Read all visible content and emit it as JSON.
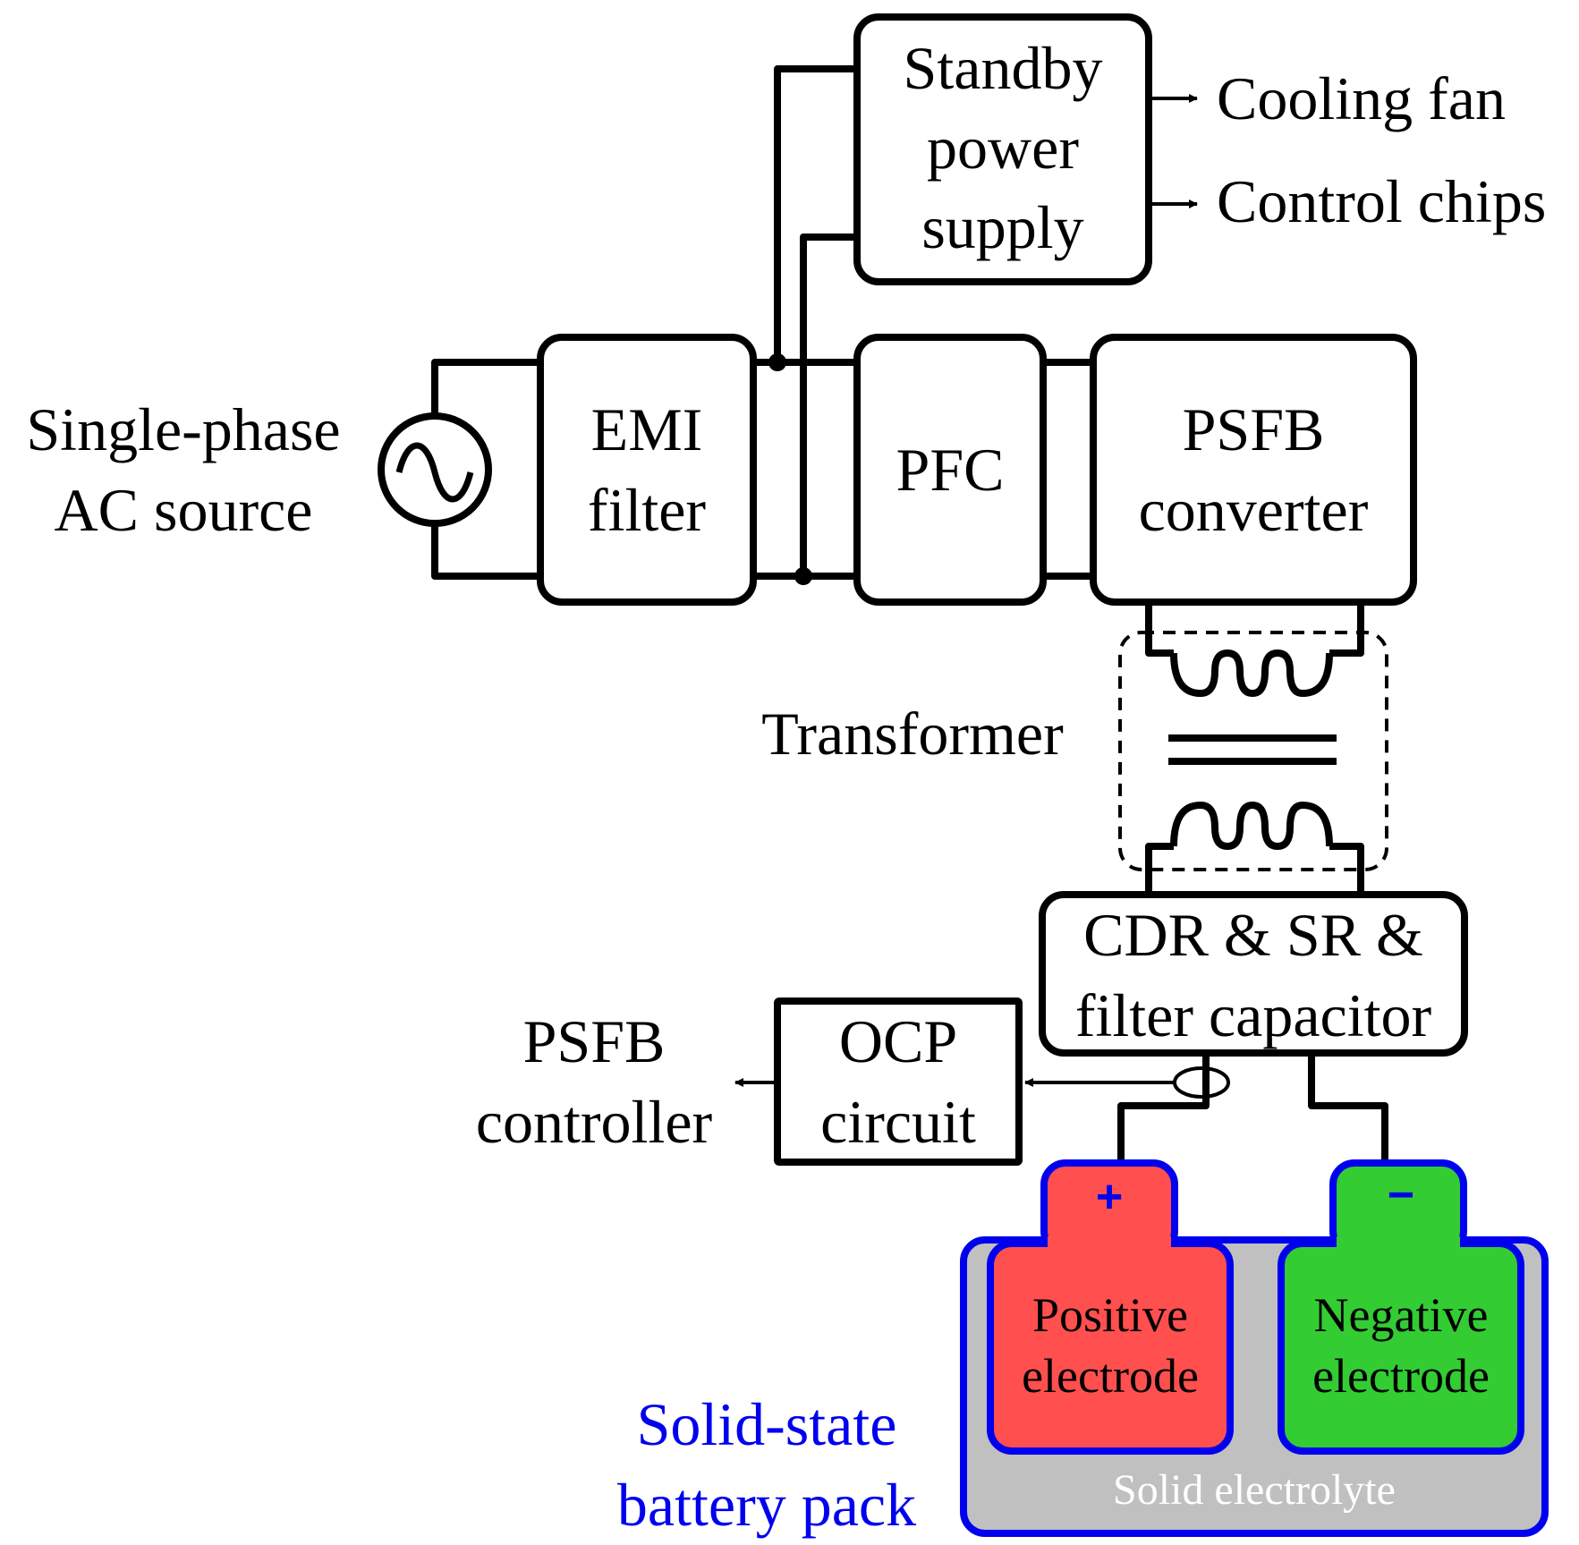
{
  "labels": {
    "ac_source_line1": "Single-phase",
    "ac_source_line2": "AC source",
    "emi_line1": "EMI",
    "emi_line2": "filter",
    "pfc": "PFC",
    "psfb_line1": "PSFB",
    "psfb_line2": "converter",
    "standby_line1": "Standby",
    "standby_line2": "power",
    "standby_line3": "supply",
    "cooling_fan": "Cooling fan",
    "control_chips": "Control chips",
    "transformer": "Transformer",
    "cdr_line1": "CDR & SR &",
    "cdr_line2": "filter capacitor",
    "ocp_line1": "OCP",
    "ocp_line2": "circuit",
    "controller_line1": "PSFB",
    "controller_line2": "controller",
    "plus_sign": "+",
    "minus_sign": "−",
    "positive_line1": "Positive",
    "positive_line2": "electrode",
    "negative_line1": "Negative",
    "negative_line2": "electrode",
    "electrolyte": "Solid electrolyte",
    "battery_line1": "Solid-state",
    "battery_line2": "battery pack"
  },
  "colors": {
    "positive_electrode": "#ff4f4f",
    "negative_electrode": "#33cc33",
    "battery_outline": "#0000ee",
    "electrolyte": "#c0c0c0",
    "battery_label": "#0000ee"
  },
  "icons": {
    "ac_source": "sine-wave-source-icon",
    "current_sensor": "current-sensor-icon"
  }
}
